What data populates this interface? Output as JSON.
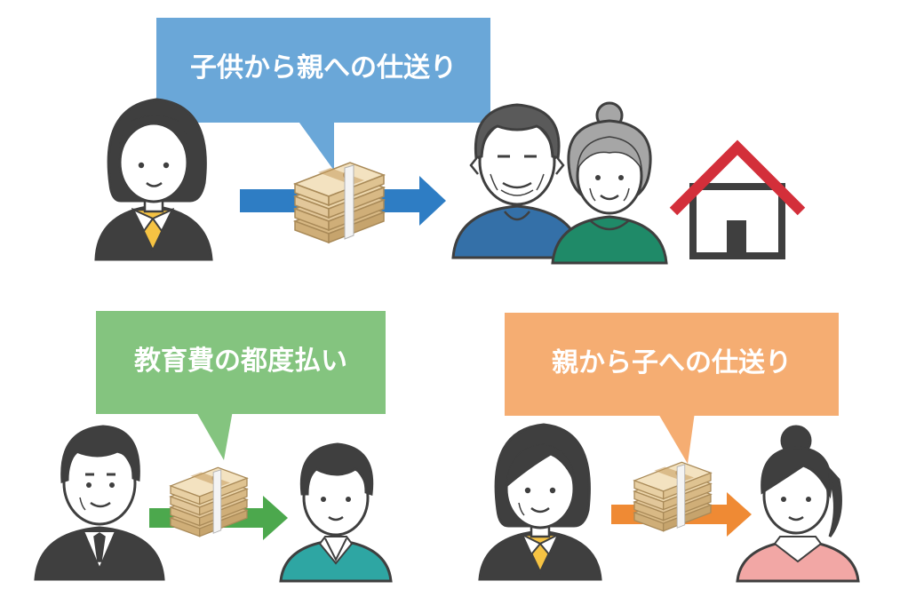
{
  "colors": {
    "blue_bubble": "#6aa7d8",
    "green_bubble": "#84c47f",
    "orange_bubble": "#f5ad72",
    "blue_arrow": "#2e7dc4",
    "green_arrow": "#4ca84d",
    "orange_arrow": "#ef8a34",
    "roof_red": "#d32f3a",
    "outline": "#3f3f3f",
    "skin": "#ffffff",
    "hair_dark": "#4a4a4a",
    "hair_gray": "#a6a6a6",
    "shirt_yellow": "#f6c343",
    "sweater_blue": "#3470a8",
    "sweater_green": "#1f8a68",
    "shirt_teal": "#2ea6a3",
    "blouse_pink": "#f2a7a5",
    "money_tan": "#e2c79a"
  },
  "scenes": [
    {
      "id": "child-to-parent",
      "label": "子供から親への仕送り",
      "bubble_color": "blue",
      "from": "adult-woman-icon",
      "to": "elderly-couple-icon",
      "extra": "house-icon"
    },
    {
      "id": "education-fee",
      "label": "教育費の都度払い",
      "bubble_color": "green",
      "from": "man-in-suit-icon",
      "to": "young-man-icon"
    },
    {
      "id": "parent-to-child",
      "label": "親から子への仕送り",
      "bubble_color": "orange",
      "from": "middle-aged-woman-icon",
      "to": "young-woman-icon"
    }
  ]
}
